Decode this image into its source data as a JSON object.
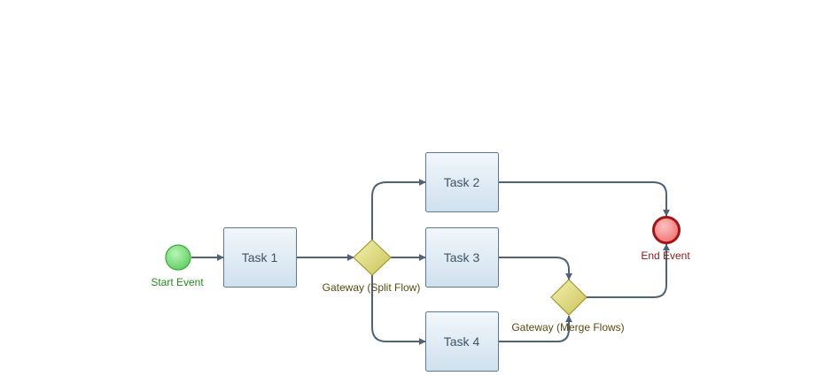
{
  "diagram": {
    "start_event": {
      "label": "Start Event",
      "color": "#228b22",
      "fill": "#7ee07e"
    },
    "end_event": {
      "label": "End Event",
      "color": "#8b1a1a",
      "fill": "#f28a8a",
      "stroke": "#a31515"
    },
    "tasks": [
      {
        "label": "Task 1"
      },
      {
        "label": "Task 2"
      },
      {
        "label": "Task 3"
      },
      {
        "label": "Task 4"
      }
    ],
    "gateways": [
      {
        "label": "Gateway  (Split Flow)"
      },
      {
        "label": "Gateway  (Merge Flows)"
      }
    ],
    "colors": {
      "flow": "#4f6375",
      "task_fill_top": "#f2f7fb",
      "task_fill_bottom": "#cfe0ee",
      "gateway_fill": "#e4e08a"
    }
  }
}
